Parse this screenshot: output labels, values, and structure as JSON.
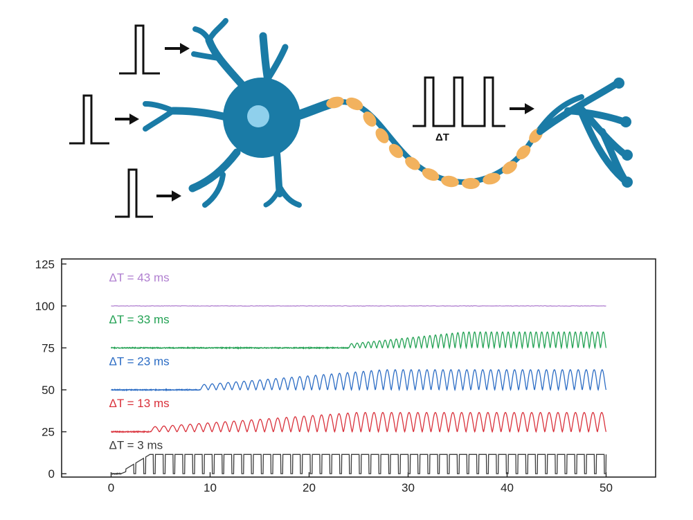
{
  "diagram": {
    "interval_label": "ΔT",
    "neuron_color": "#1a7ba6",
    "nucleus_color": "#8fd0ec",
    "myelin_color": "#f2b25e",
    "pulse_color": "#111111"
  },
  "chart_data": {
    "type": "line",
    "title": "",
    "xlabel": "",
    "ylabel": "",
    "xlim": [
      -5,
      55
    ],
    "ylim": [
      -2,
      128
    ],
    "xticks": [
      0,
      10,
      20,
      30,
      40,
      50
    ],
    "yticks": [
      0,
      25,
      50,
      75,
      100,
      125
    ],
    "grid": false,
    "x_range_of_traces": [
      0,
      50
    ],
    "series": [
      {
        "name": "ΔT = 3 ms",
        "color": "#3a3a3a",
        "baseline": 0,
        "peak_amplitude": 11.5,
        "spike_count": 49,
        "onset_time": 1.5,
        "description_style": "square pulses"
      },
      {
        "name": "ΔT = 13 ms",
        "color": "#d9303a",
        "baseline": 25,
        "peak_amplitude": 11.5,
        "spike_count": 52,
        "onset_time": 4.0
      },
      {
        "name": "ΔT = 23 ms",
        "color": "#2b6cc4",
        "baseline": 50,
        "peak_amplitude": 12.0,
        "spike_count": 51,
        "onset_time": 9.0
      },
      {
        "name": "ΔT = 33 ms",
        "color": "#22a153",
        "baseline": 75,
        "peak_amplitude": 9.5,
        "spike_count": 46,
        "onset_time": 24.0
      },
      {
        "name": "ΔT = 43 ms",
        "color": "#b07fd0",
        "baseline": 100,
        "peak_amplitude": 0.3,
        "spike_count": 0,
        "onset_time": null
      }
    ]
  }
}
